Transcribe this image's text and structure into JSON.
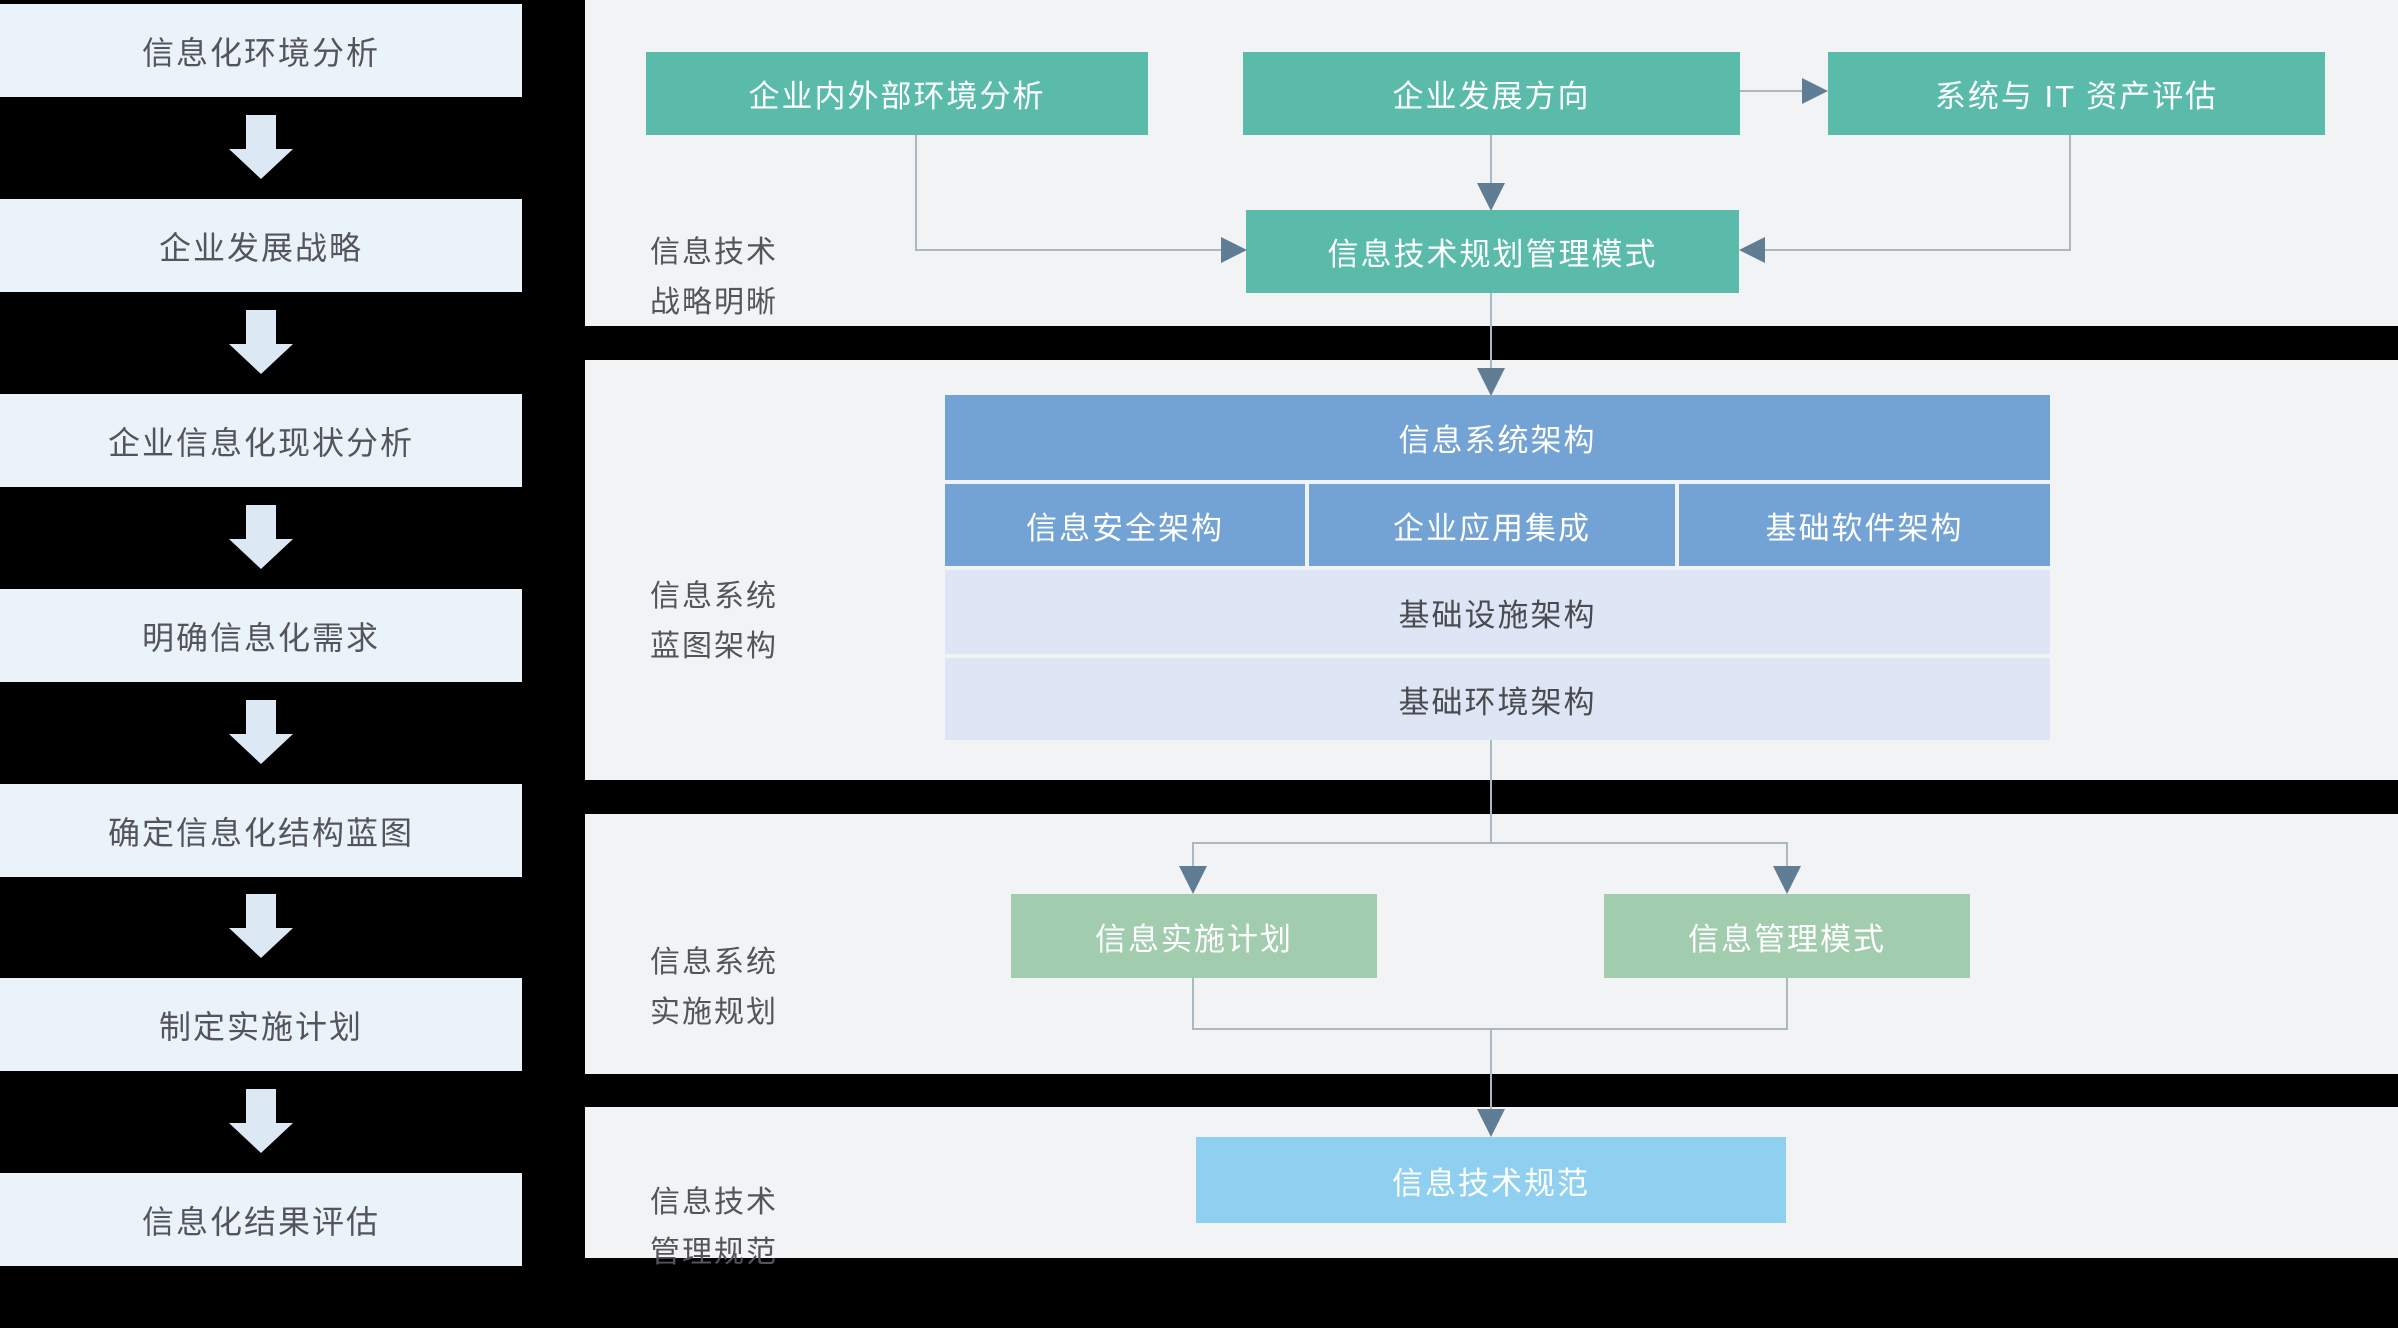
{
  "sidebar": {
    "steps": [
      "信息化环境分析",
      "企业发展战略",
      "企业信息化现状分析",
      "明确信息化需求",
      "确定信息化结构蓝图",
      "制定实施计划",
      "信息化结果评估"
    ]
  },
  "strategy_section": {
    "label": [
      "信息技术",
      "战略明晰"
    ],
    "boxes": {
      "environment": "企业内外部环境分析",
      "direction": "企业发展方向",
      "assessment": "系统与 IT 资产评估",
      "planning_mode": "信息技术规划管理模式"
    }
  },
  "blueprint_section": {
    "label": [
      "信息系统",
      "蓝图架构"
    ],
    "table": {
      "header": "信息系统架构",
      "columns": [
        "信息安全架构",
        "企业应用集成",
        "基础软件架构"
      ],
      "rows": [
        "基础设施架构",
        "基础环境架构"
      ]
    }
  },
  "implementation_section": {
    "label": [
      "信息系统",
      "实施规划"
    ],
    "boxes": [
      "信息实施计划",
      "信息管理模式"
    ]
  },
  "standards_section": {
    "label": [
      "信息技术",
      "管理规范"
    ],
    "box": "信息技术规范"
  },
  "colors": {
    "teal": "#5BBBAB",
    "table-blue": "#73A2D5",
    "lavender": "#DEE6F6",
    "green": "#A2CCAE",
    "sky": "#8FD0F1",
    "sidebar-box": "#EAF2FA",
    "sidebar-arrow": "#DCE9F4",
    "section-bg": "#F2F3F4",
    "line": "#A9B9C3",
    "arrowhead": "#5F7E96",
    "text-dark": "#54555A"
  }
}
